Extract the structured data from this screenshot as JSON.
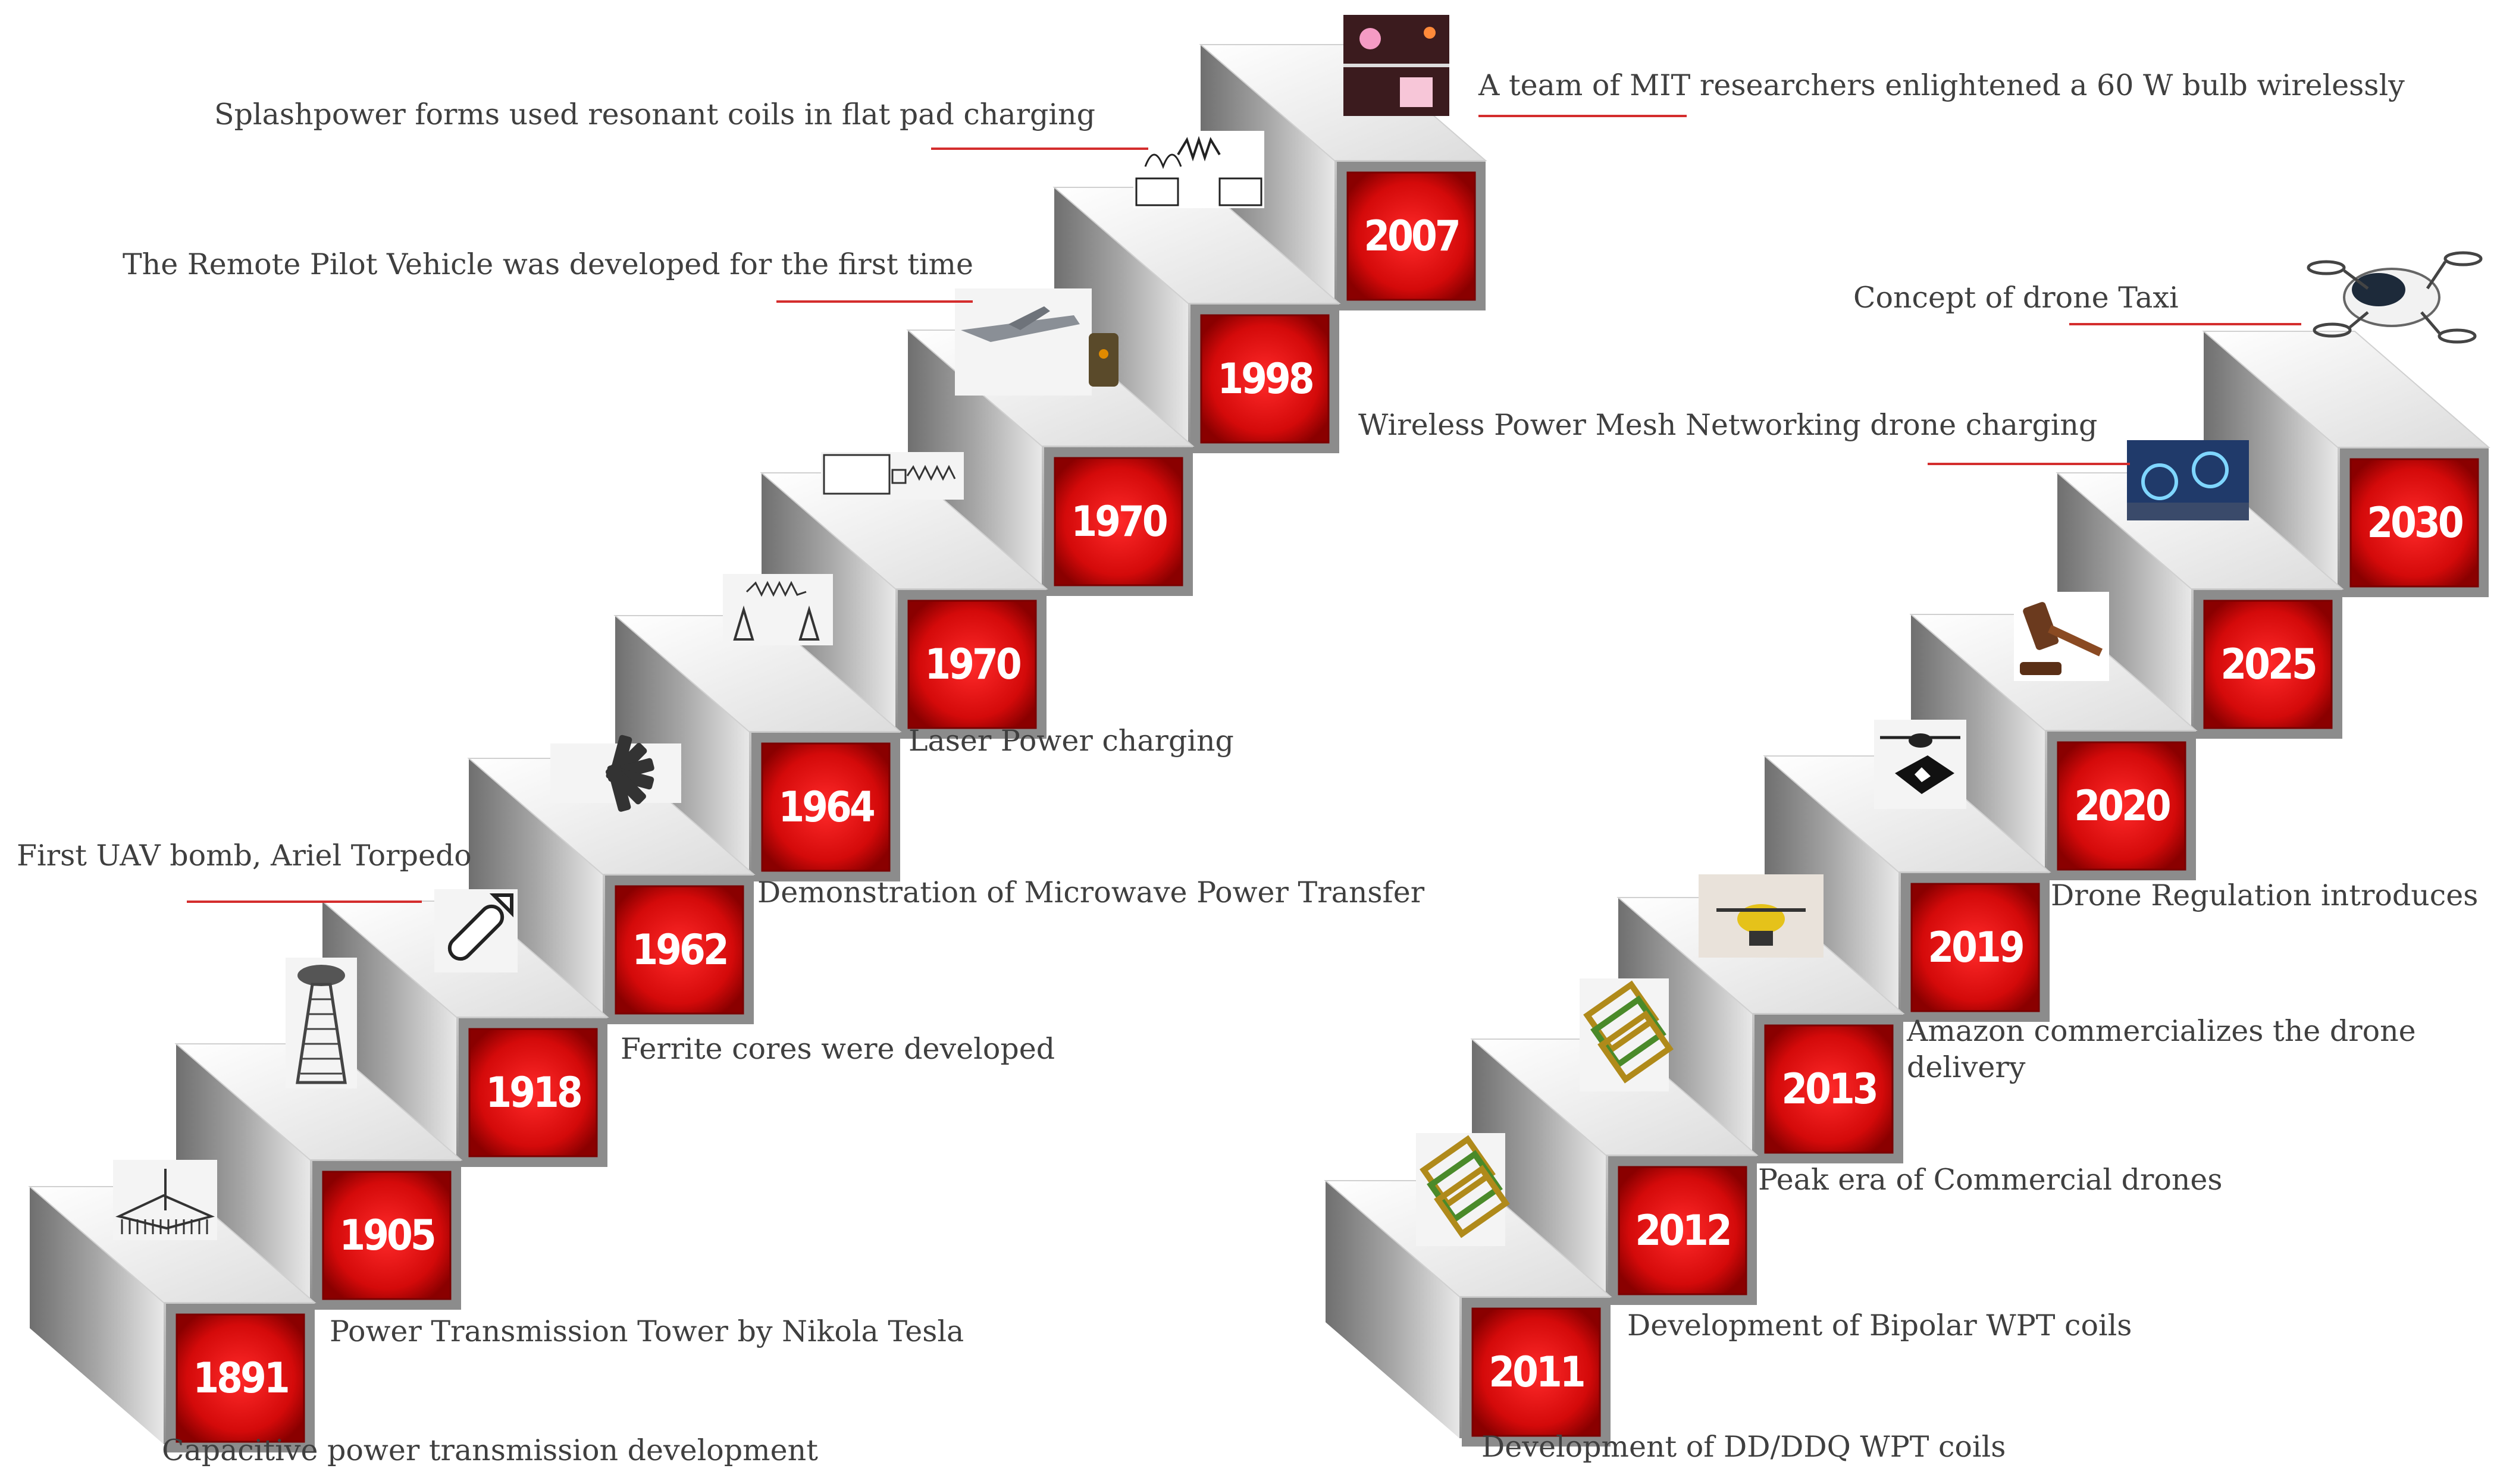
{
  "timeline_left": {
    "steps": [
      {
        "year": "1891",
        "label": "Capacitive power transmission development",
        "icon": "capacitor-plate-icon"
      },
      {
        "year": "1905",
        "label": "Power Transmission Tower by Nikola Tesla",
        "icon": "tesla-tower-icon"
      },
      {
        "year": "1918",
        "label": "First UAV bomb, Ariel Torpedo",
        "icon": "torpedo-bomb-icon"
      },
      {
        "year": "1962",
        "label": "Ferrite cores were developed",
        "icon": "ferrite-cores-icon"
      },
      {
        "year": "1964",
        "label": "Demonstration of Microwave Power Transfer",
        "icon": "microwave-antenna-icon"
      },
      {
        "year": "1970",
        "label": "Laser Power charging",
        "icon": "laser-beam-icon"
      },
      {
        "year": "1970",
        "label": "The Remote Pilot Vehicle was developed for the first time",
        "icon": "remote-pilot-vehicle-icon"
      },
      {
        "year": "1998",
        "label": "Splashpower forms used resonant coils in flat pad charging",
        "icon": "resonant-coil-circuit-icon"
      },
      {
        "year": "2007",
        "label": "A team of MIT researchers enlightened a 60 W bulb wirelessly",
        "icon": "wireless-bulb-icon"
      }
    ]
  },
  "timeline_right": {
    "steps": [
      {
        "year": "2011",
        "label": "Development of DD/DDQ WPT coils",
        "icon": "dd-coil-icon"
      },
      {
        "year": "2012",
        "label": "Development of Bipolar WPT coils",
        "icon": "bipolar-coil-icon"
      },
      {
        "year": "2013",
        "label": "Peak era of Commercial drones",
        "icon": "commercial-drone-icon"
      },
      {
        "year": "2019",
        "label": "Amazon commercializes the drone delivery",
        "icon": "delivery-drone-icon"
      },
      {
        "year": "2020",
        "label": "Drone Regulation introduces",
        "icon": "gavel-icon"
      },
      {
        "year": "2025",
        "label": "Wireless Power Mesh Networking drone charging",
        "icon": "mesh-charging-icon"
      },
      {
        "year": "2030",
        "label": "Concept of drone Taxi",
        "icon": "drone-taxi-icon"
      }
    ]
  },
  "colors": {
    "year_box": "#e01010",
    "year_box_dark": "#8a0000",
    "underline": "#d42d2d",
    "label_text": "#3f3f3f"
  }
}
